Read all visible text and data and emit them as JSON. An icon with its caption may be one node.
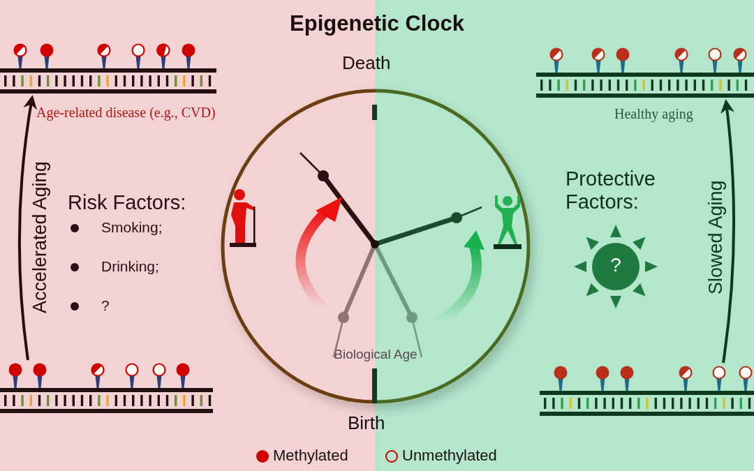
{
  "diagram": {
    "title": "Epigenetic Clock",
    "nodes": [
      {
        "text": [],
        "shape": "picture",
        "beside": [
          "Age-related disease (e.g., CVD)"
        ]
      },
      {
        "text": [],
        "shape": "picture"
      },
      {
        "text": [],
        "shape": "picture",
        "beside": [
          "Healthy aging"
        ]
      },
      {
        "text": [],
        "shape": "picture"
      },
      {
        "text": [
          "Biological Age"
        ],
        "beside": [
          "Death",
          "Birth"
        ]
      },
      {
        "text": [
          "?"
        ]
      }
    ],
    "edges": [
      {
        "from": 1,
        "to": 0,
        "arrow": "to",
        "label": "Accelerated Aging",
        "color": "#2a0c0c"
      },
      {
        "from": 3,
        "to": 2,
        "arrow": "to",
        "label": "Slowed Aging",
        "color": "#0c3a1c"
      }
    ],
    "labels": [
      "Risk Factors:",
      "Smoking;",
      "Drinking;",
      "?",
      "Protective Factors:"
    ],
    "legend": [
      {
        "text": "Methylated",
        "color": "#d00000"
      },
      {
        "text": "Unmethylated"
      }
    ]
  }
}
